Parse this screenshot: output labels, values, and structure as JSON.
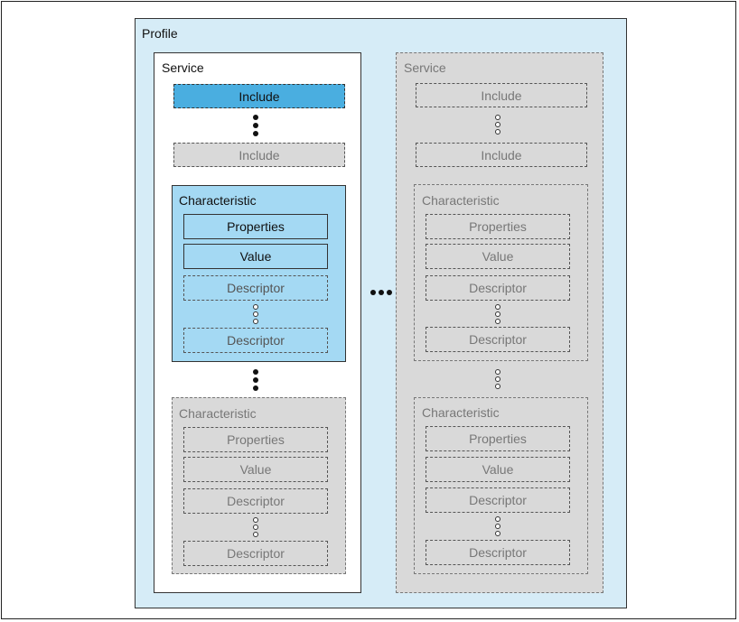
{
  "profile": {
    "label": "Profile"
  },
  "service_left": {
    "label": "Service",
    "include_active": "Include",
    "include_inactive": "Include",
    "char_active": {
      "label": "Characteristic",
      "properties": "Properties",
      "value": "Value",
      "descriptor_1": "Descriptor",
      "descriptor_2": "Descriptor"
    },
    "char_inactive": {
      "label": "Characteristic",
      "properties": "Properties",
      "value": "Value",
      "descriptor_1": "Descriptor",
      "descriptor_2": "Descriptor"
    }
  },
  "service_right": {
    "label": "Service",
    "include_1": "Include",
    "include_2": "Include",
    "char_1": {
      "label": "Characteristic",
      "properties": "Properties",
      "value": "Value",
      "descriptor_1": "Descriptor",
      "descriptor_2": "Descriptor"
    },
    "char_2": {
      "label": "Characteristic",
      "properties": "Properties",
      "value": "Value",
      "descriptor_1": "Descriptor",
      "descriptor_2": "Descriptor"
    }
  },
  "colors": {
    "profile_bg": "#d6ecf7",
    "active_include": "#4aaee0",
    "active_char": "#a4d9f3",
    "inactive_fill": "#d9d9d9"
  }
}
